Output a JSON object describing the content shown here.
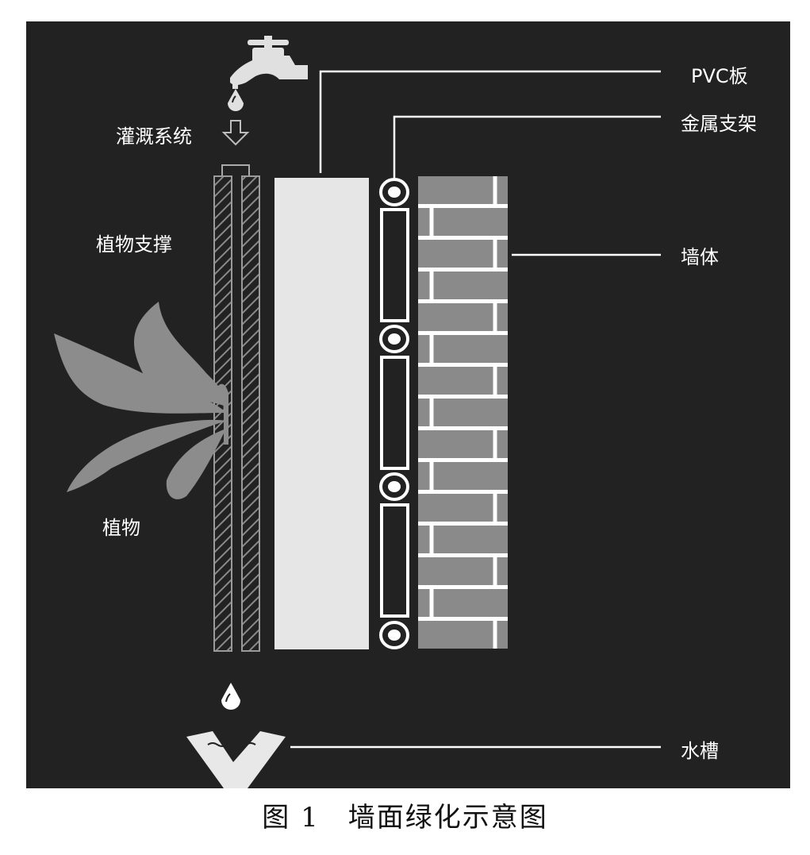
{
  "labels": {
    "irrigation": "灌溉系统",
    "plant_support": "植物支撑",
    "plant": "植物",
    "pvc_board": "PVC板",
    "metal_frame": "金属支架",
    "wall": "墙体",
    "water_tank": "水槽"
  },
  "caption": "图 1　墙面绿化示意图",
  "colors": {
    "panel_background": "#222222",
    "brick": "#8a8a8a",
    "mortar": "#ffffff",
    "pvc_board": "#e6e6e6",
    "plant": "#8c8c8c",
    "line": "#ffffff"
  },
  "icons": {
    "faucet": "faucet-icon",
    "water_drop": "water-drop-icon",
    "arrow": "arrow-down-icon",
    "plant": "leaf-icon"
  }
}
